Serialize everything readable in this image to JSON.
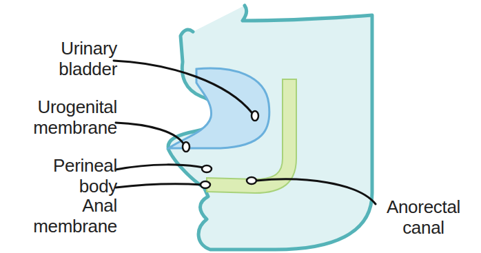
{
  "diagram": {
    "labels": [
      "Urinary bladder",
      "Urogenital membrane",
      "Perineal body",
      "Anal membrane",
      "Anorectal canal"
    ]
  }
}
